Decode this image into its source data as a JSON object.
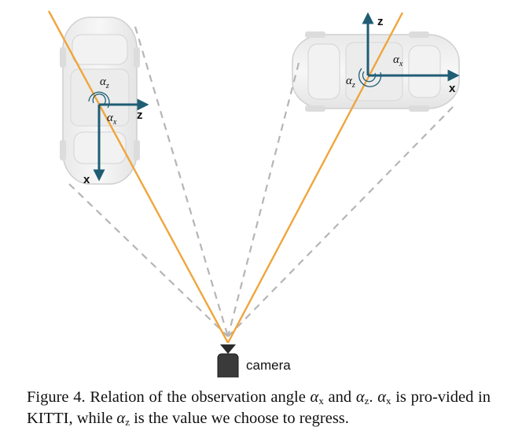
{
  "figure": {
    "camera_label": "camera",
    "left_car": {
      "alpha_z": "α",
      "alpha_z_sub": "z",
      "alpha_x": "α",
      "alpha_x_sub": "x",
      "z_axis": "z",
      "x_axis": "x"
    },
    "right_car": {
      "alpha_z": "α",
      "alpha_z_sub": "z",
      "alpha_x": "α",
      "alpha_x_sub": "x",
      "z_axis": "z",
      "x_axis": "x"
    },
    "colors": {
      "ray": "#f0a53c",
      "axis": "#1f5d74",
      "fov": "#b5b5b5",
      "camera": "#2b2b2b",
      "car": "#d8d8d8"
    }
  },
  "caption": {
    "prefix": "Figure 4. Relation of the observation angle ",
    "a1": "α",
    "a1_sub": "x",
    "mid1": " and ",
    "a2": "α",
    "a2_sub": "z",
    "mid2": ". ",
    "a3": "α",
    "a3_sub": "x",
    "mid3": " is pro-vided in KITTI, while ",
    "a4": "α",
    "a4_sub": "z",
    "suffix": " is the value we choose to regress."
  }
}
